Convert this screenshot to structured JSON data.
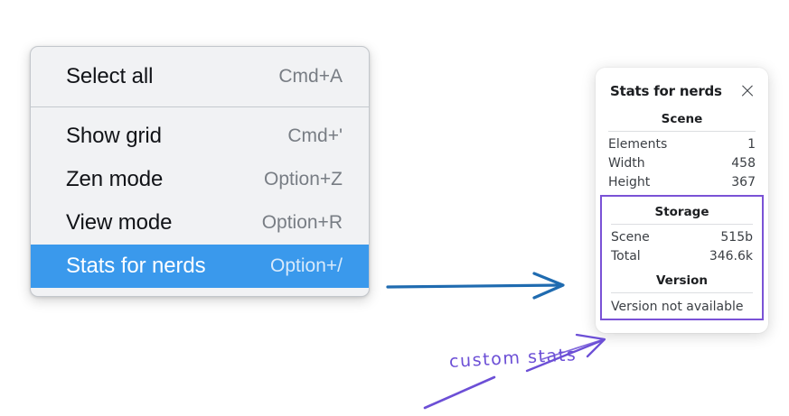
{
  "colors": {
    "menu_background": "#f1f2f4",
    "menu_selected": "#3a99ec",
    "panel_background": "#ffffff",
    "annotation_purple": "#6c4fd6",
    "highlight_border": "#7a52d6",
    "arrow_blue": "#1f6bb0"
  },
  "context_menu": {
    "groups": [
      {
        "items": [
          {
            "label": "Select all",
            "shortcut": "Cmd+A",
            "selected": false
          }
        ]
      },
      {
        "items": [
          {
            "label": "Show grid",
            "shortcut": "Cmd+'",
            "selected": false
          },
          {
            "label": "Zen mode",
            "shortcut": "Option+Z",
            "selected": false
          },
          {
            "label": "View mode",
            "shortcut": "Option+R",
            "selected": false
          },
          {
            "label": "Stats for nerds",
            "shortcut": "Option+/",
            "selected": true
          }
        ]
      }
    ]
  },
  "stats_panel": {
    "title": "Stats for nerds",
    "close_icon": "close-icon",
    "scene": {
      "heading": "Scene",
      "rows": [
        {
          "label": "Elements",
          "value": "1"
        },
        {
          "label": "Width",
          "value": "458"
        },
        {
          "label": "Height",
          "value": "367"
        }
      ]
    },
    "storage": {
      "heading": "Storage",
      "rows": [
        {
          "label": "Scene",
          "value": "515b"
        },
        {
          "label": "Total",
          "value": "346.6k"
        }
      ]
    },
    "version": {
      "heading": "Version",
      "text": "Version not available"
    }
  },
  "annotations": {
    "custom_stats_label": "custom stats",
    "blue_arrow": "arrow-menu-to-panel",
    "purple_arrow": "arrow-label-to-highlight",
    "purple_stroke": "underline-stroke"
  }
}
